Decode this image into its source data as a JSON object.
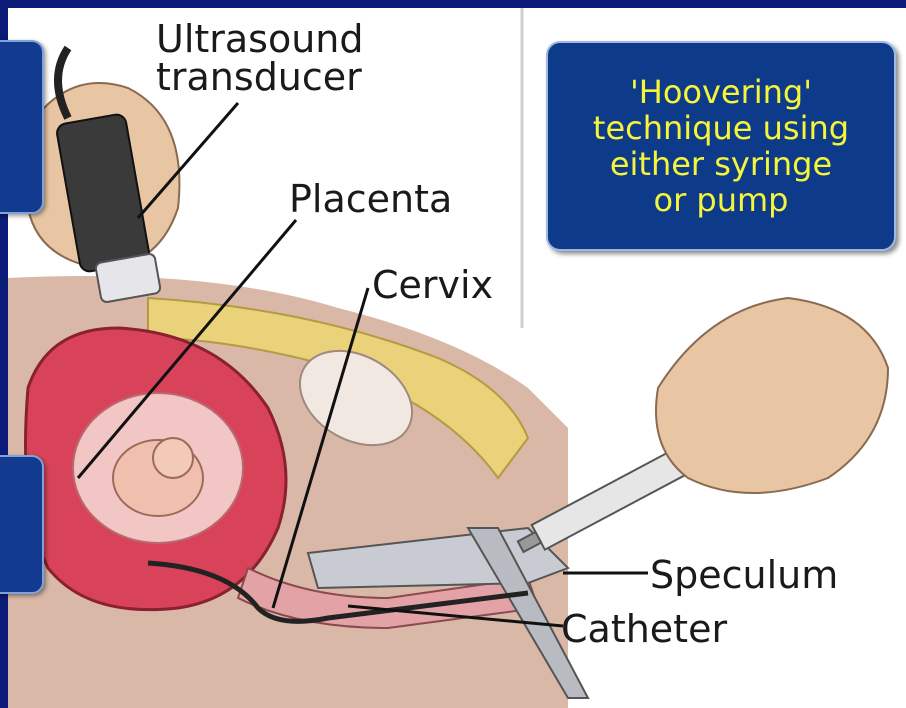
{
  "labels": {
    "ultrasound_line1": "Ultrasound",
    "ultrasound_line2": "transducer",
    "placenta": "Placenta",
    "cervix": "Cervix",
    "speculum": "Speculum",
    "catheter": "Catheter"
  },
  "callout": {
    "line1": "'Hoovering'",
    "line2": "technique using",
    "line3": "either syringe",
    "line4": "or pump"
  },
  "colors": {
    "frame": "#0b1c78",
    "callout_bg": "#0e3a8a",
    "callout_text": "#f5f53a",
    "uterus": "#d9435a",
    "fat": "#e9d27a"
  }
}
